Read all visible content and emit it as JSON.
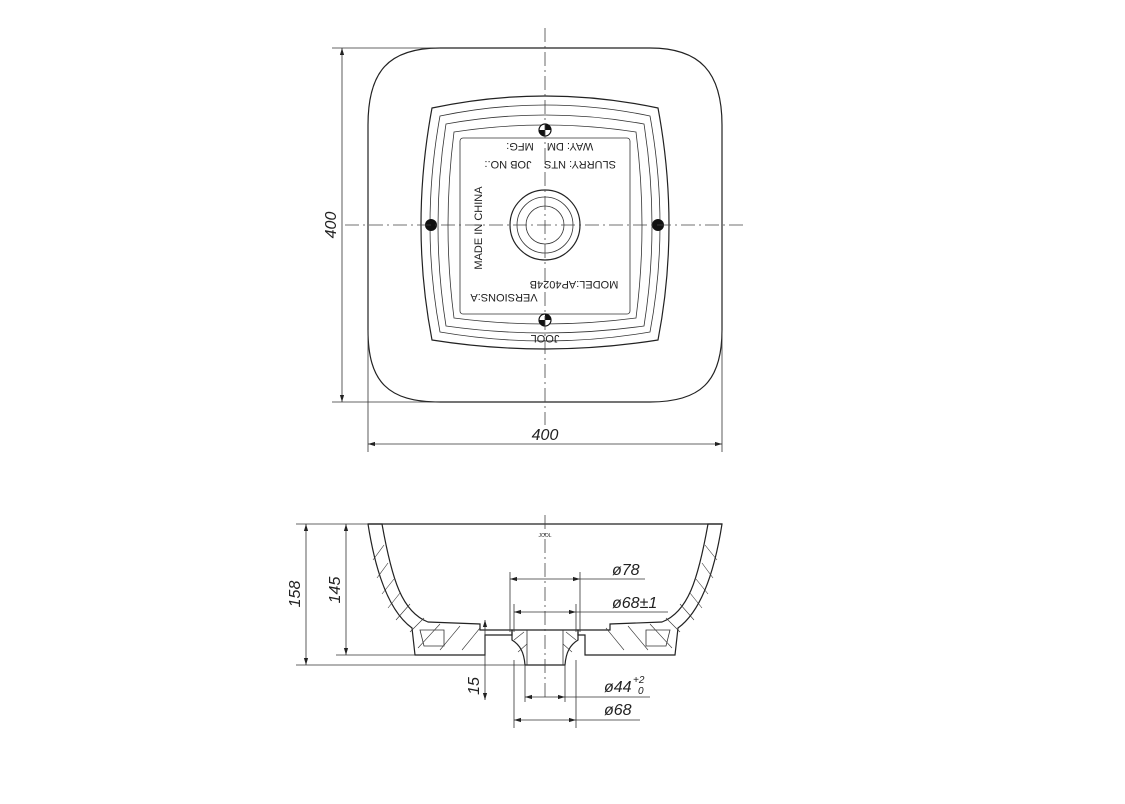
{
  "top_view": {
    "dim_width": "400",
    "dim_height": "400",
    "stamp": {
      "slurry": "SLURRY: NTS",
      "job_no": "JOB NO.:",
      "way": "WAY: DM",
      "mfg": "MFG:",
      "made_in": "MADE IN CHINA",
      "model": "MODEL:AP4024B",
      "version": "VERSIONS:A",
      "code": "JOOL"
    }
  },
  "section_view": {
    "dim_total_height": "158",
    "dim_inner_height": "145",
    "dim_base_height": "15",
    "dim_outlet_outer": "ø78",
    "dim_outlet_inner": "ø68±1",
    "dim_drain": "ø44",
    "dim_drain_tol_upper": "+2",
    "dim_drain_tol_lower": "0",
    "dim_drain_outer": "ø68",
    "rim_mark": "JOOL"
  }
}
